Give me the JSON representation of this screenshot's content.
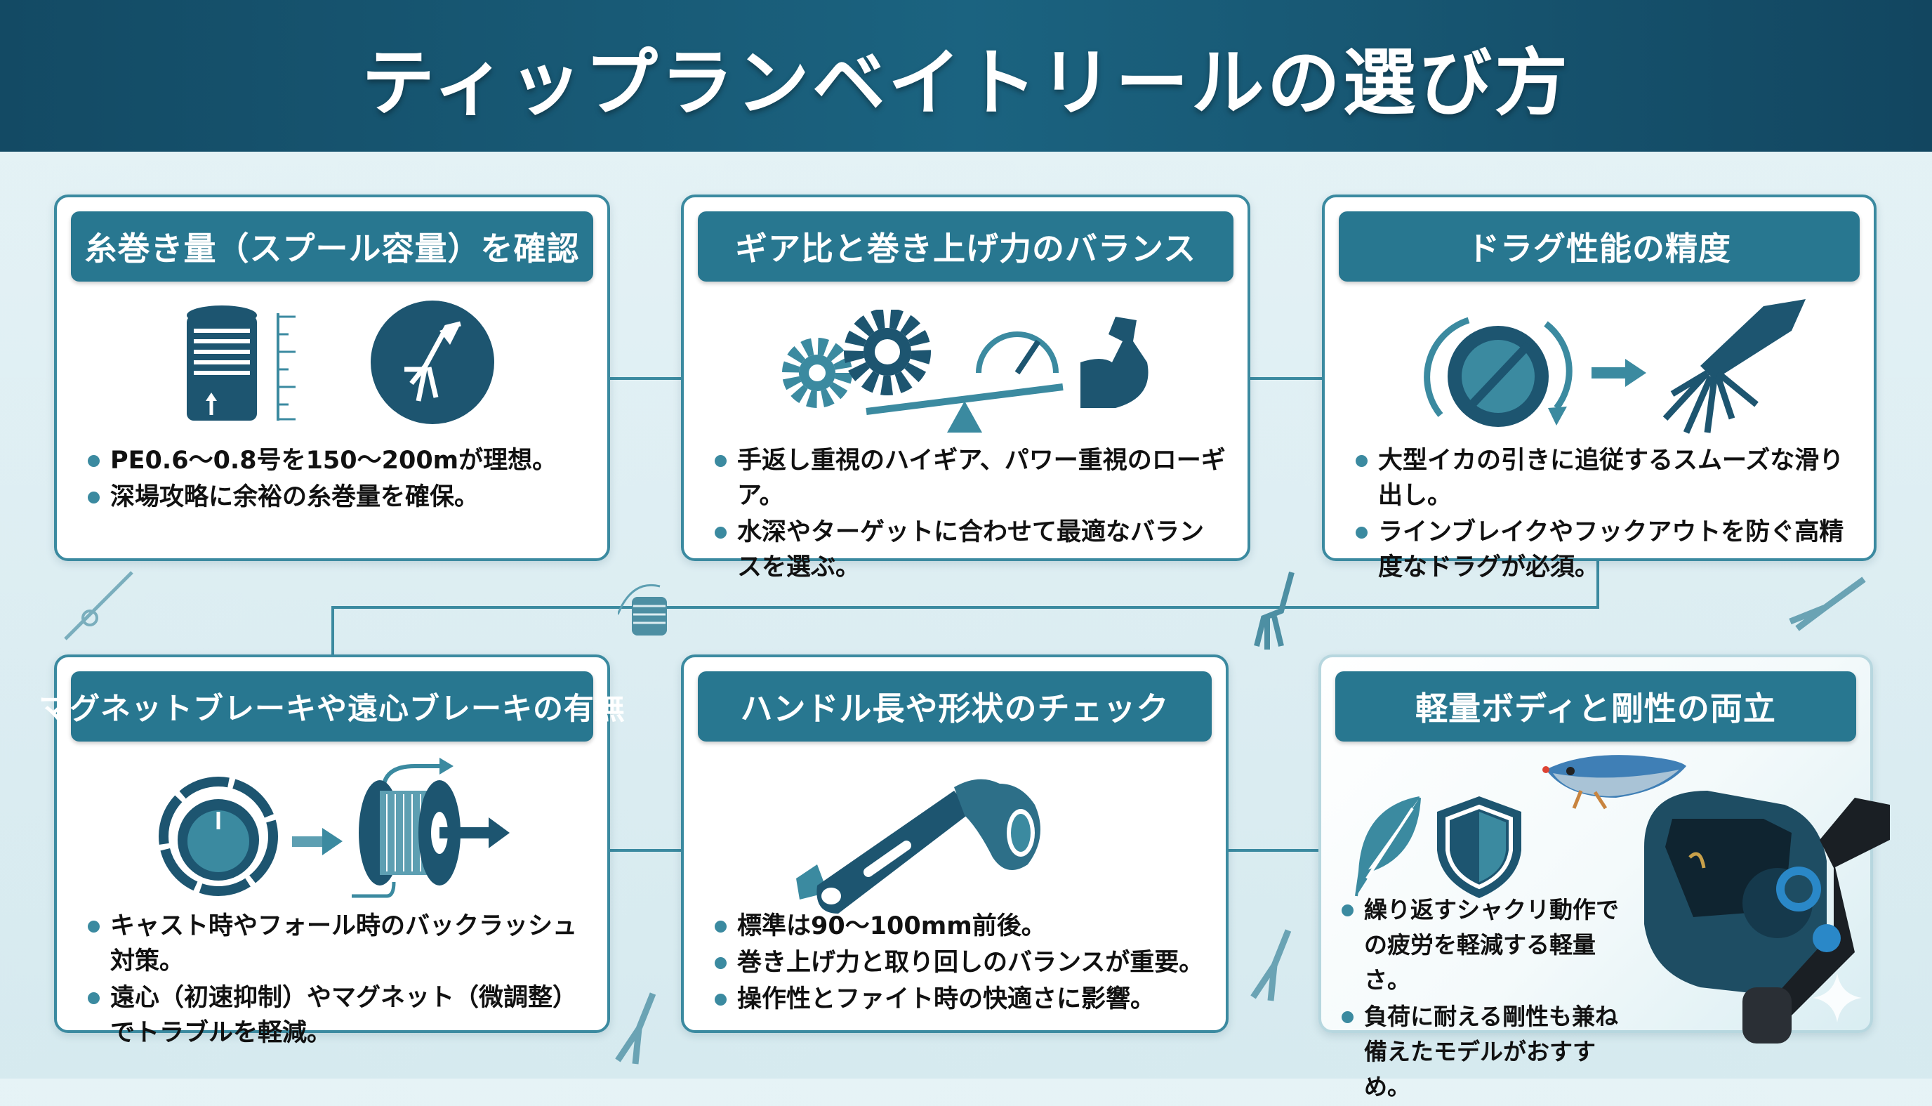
{
  "title": "ティップランベイトリールの選び方",
  "colors": {
    "header": "#1b6380",
    "bar": "#287790",
    "accent": "#3b8aa0",
    "icon_dark": "#1d5570"
  },
  "cards": [
    {
      "title": "糸巻き量（スプール容量）を確認",
      "icons": [
        "spool-capacity-icon",
        "squid-badge-icon"
      ],
      "bullets": [
        "PE0.6〜0.8号を150〜200mが理想。",
        "深場攻略に余裕の糸巻量を確保。"
      ]
    },
    {
      "title": "ギア比と巻き上げ力のバランス",
      "icons": [
        "gears-icon",
        "speedometer-icon",
        "seesaw-icon",
        "muscle-arm-icon"
      ],
      "bullets": [
        "手返し重視のハイギア、パワー重視のローギア。",
        "水深やターゲットに合わせて最適なバランスを選ぶ。"
      ]
    },
    {
      "title": "ドラグ性能の精度",
      "icons": [
        "drag-knob-icon",
        "arrow-right-icon",
        "squid-icon"
      ],
      "bullets": [
        "大型イカの引きに追従するスムーズな滑り出し。",
        "ラインブレイクやフックアウトを防ぐ高精度なドラグが必須。"
      ]
    },
    {
      "title": "マグネットブレーキや遠心ブレーキの有無",
      "icons": [
        "brake-dial-icon",
        "arrow-right-icon",
        "spool-icon"
      ],
      "bullets": [
        "キャスト時やフォール時のバックラッシュ対策。",
        "遠心（初速抑制）やマグネット（微調整）でトラブルを軽減。"
      ]
    },
    {
      "title": "ハンドル長や形状のチェック",
      "icons": [
        "reel-handle-icon"
      ],
      "bullets": [
        "標準は90〜100mm前後。",
        "巻き上げ力と取り回しのバランスが重要。",
        "操作性とファイト時の快適さに影響。"
      ]
    },
    {
      "title": "軽量ボディと剛性の両立",
      "icons": [
        "feather-icon",
        "shield-icon",
        "egi-lure-image",
        "baitcasting-reel-image"
      ],
      "bullets": [
        "繰り返すシャクリ動作での疲労を軽減する軽量さ。",
        "負荷に耐える剛性も兼ね備えたモデルがおすすめ。"
      ]
    }
  ]
}
